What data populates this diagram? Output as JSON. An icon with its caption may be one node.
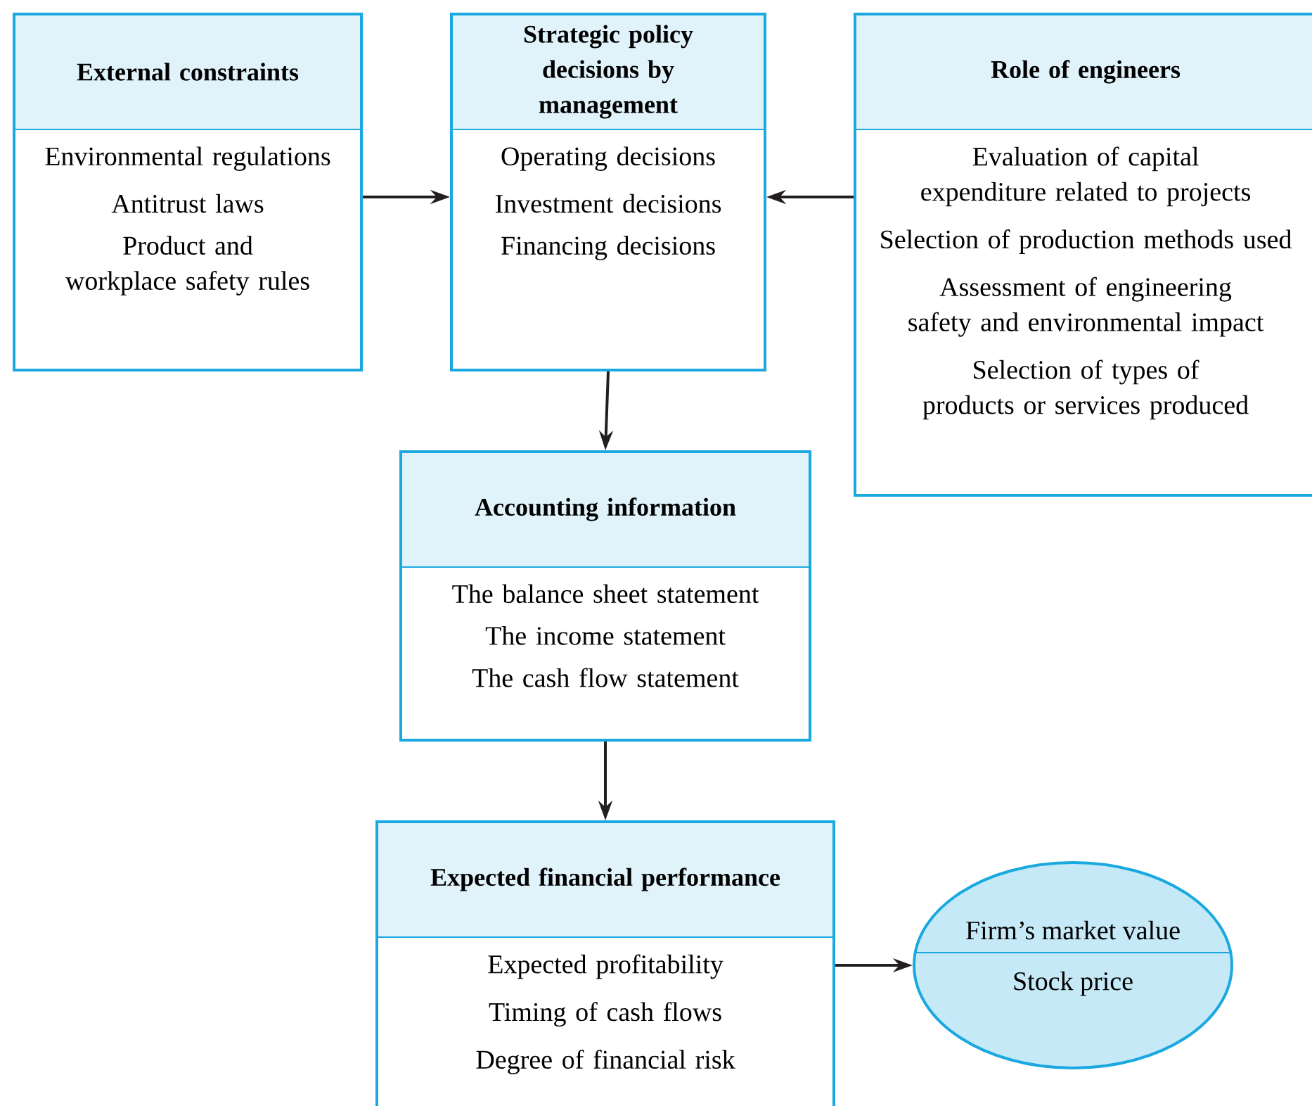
{
  "diagram": {
    "nodes": [
      {
        "text": [
          "External constraints",
          "Environmental regulations",
          "Antitrust laws",
          "Product and workplace safety rules"
        ]
      },
      {
        "text": [
          "Strategic policy decisions by management",
          "Operating decisions",
          "Investment decisions",
          "Financing decisions"
        ]
      },
      {
        "text": [
          "Role of engineers",
          "Evaluation of capital expenditure related to projects",
          "Selection of production methods used",
          "Assessment of engineering safety and environmental impact",
          "Selection of types of products or services produced"
        ]
      },
      {
        "text": [
          "Accounting information",
          "The balance sheet statement",
          "The income statement",
          "The cash flow statement"
        ]
      },
      {
        "text": [
          "Expected financial performance",
          "Expected profitability",
          "Timing of cash flows",
          "Degree of financial risk"
        ]
      },
      {
        "text": [
          "Firm’s market value",
          "Stock price"
        ]
      }
    ],
    "edges": [
      {
        "from": 0,
        "to": 1,
        "arrow": "to"
      },
      {
        "from": 2,
        "to": 1,
        "arrow": "to"
      },
      {
        "from": 1,
        "to": 3,
        "arrow": "to"
      },
      {
        "from": 3,
        "to": 4,
        "arrow": "to"
      },
      {
        "from": 4,
        "to": 5,
        "arrow": "to"
      }
    ]
  }
}
